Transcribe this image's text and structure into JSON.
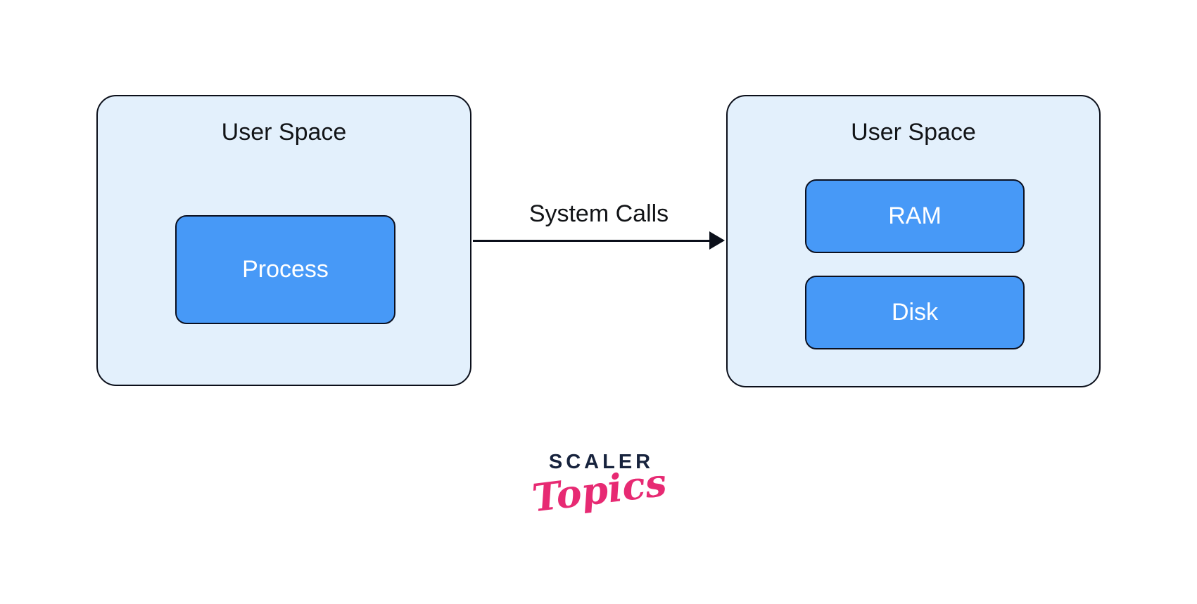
{
  "diagram": {
    "left_container": {
      "title": "User Space",
      "nodes": [
        {
          "label": "Process"
        }
      ]
    },
    "right_container": {
      "title": "User Space",
      "nodes": [
        {
          "label": "RAM"
        },
        {
          "label": "Disk"
        }
      ]
    },
    "arrow_label": "System Calls"
  },
  "logo": {
    "primary": "SCALER",
    "accent": "Topics"
  },
  "colors": {
    "background": "#ffffff",
    "container_fill": "#e3f0fc",
    "container_border": "#0b0f1a",
    "node_fill": "#4799f7",
    "node_border": "#0b1020",
    "node_text": "#ffffff",
    "label_text": "#121417",
    "arrow": "#0b0f1a",
    "logo_primary": "#17233d",
    "logo_accent": "#e72a73"
  }
}
